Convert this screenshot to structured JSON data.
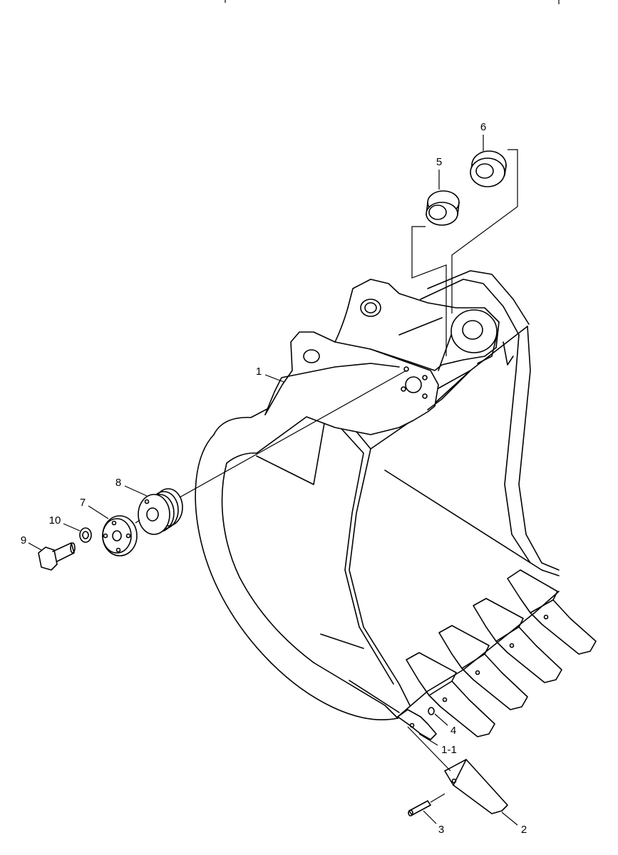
{
  "callouts": {
    "c1": "1",
    "c1_1": "1-1",
    "c2": "2",
    "c3": "3",
    "c4": "4",
    "c5": "5",
    "c6": "6",
    "c7": "7",
    "c8": "8",
    "c9": "9",
    "c10": "10"
  }
}
